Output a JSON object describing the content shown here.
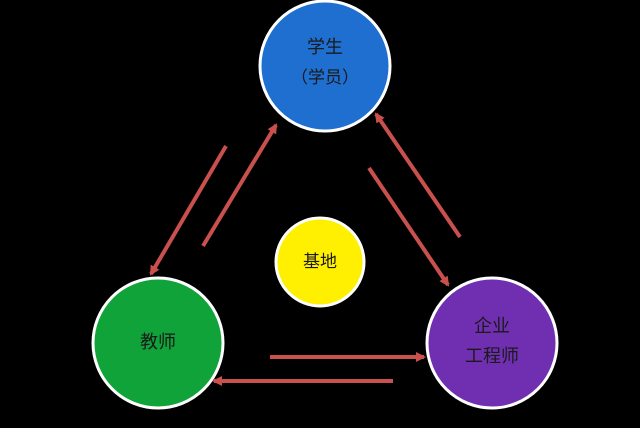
{
  "nodes": {
    "student": {
      "line1": "学生",
      "line2": "（学员）",
      "color": "#1f6fd0"
    },
    "teacher": {
      "line1": "教师",
      "color": "#0fa33a"
    },
    "engineer": {
      "line1": "企业",
      "line2": "工程师",
      "color": "#6f2fb0"
    },
    "base": {
      "line1": "基地",
      "color": "#ffef00"
    }
  },
  "colors": {
    "background": "#000000",
    "arrow": "#c9504c",
    "node_border": "#ffffff"
  }
}
